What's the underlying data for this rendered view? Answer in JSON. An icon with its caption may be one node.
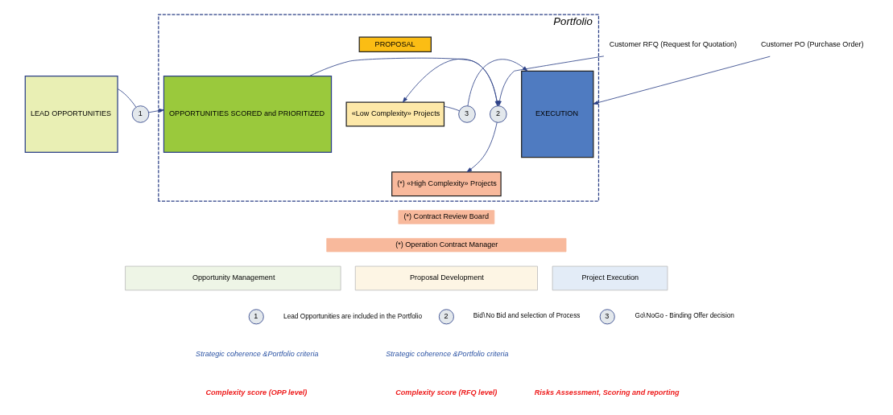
{
  "diagram": {
    "nodes": [
      {
        "text": [
          "Portfolio"
        ]
      },
      {
        "text": [
          "LEAD OPPORTUNITIES"
        ]
      },
      {
        "text": [
          "1"
        ]
      },
      {
        "text": [
          "OPPORTUNITIES SCORED and PRIORITIZED"
        ],
        "in": 0
      },
      {
        "text": [
          "2"
        ],
        "in": 0
      },
      {
        "text": [
          "PROPOSAL"
        ],
        "in": 0
      },
      {
        "text": [
          "«Low Complexity» Projects"
        ],
        "in": 0
      },
      {
        "text": [
          "(*) «High Complexity» Projects"
        ],
        "in": 0
      },
      {
        "text": [
          "3"
        ],
        "in": 0
      },
      {
        "text": [
          "EXECUTION"
        ],
        "in": 0
      },
      {
        "text": [
          "Customer RFQ (Request for Quotation)"
        ]
      },
      {
        "text": [
          "Customer PO (Purchase Order)"
        ]
      },
      {
        "text": [
          "(*) Contract Review Board"
        ]
      },
      {
        "text": [
          "(*) Operation Contract Manager"
        ]
      },
      {
        "text": [
          "Opportunity Management"
        ]
      },
      {
        "text": [
          "Proposal Development"
        ]
      },
      {
        "text": [
          "Project Execution"
        ]
      },
      {
        "text": [
          "1"
        ],
        "beside": [
          "Lead Opportunities are included in the Portfolio"
        ]
      },
      {
        "text": [
          "2"
        ],
        "beside": [
          "Bid\\No Bid and selection of Process"
        ]
      },
      {
        "text": [
          "3"
        ],
        "beside": [
          "Go\\NoGo - Binding Offer decision"
        ]
      }
    ],
    "edges": [
      {
        "from": 1,
        "to": 2,
        "arrow": "none"
      },
      {
        "from": 2,
        "to": 3,
        "arrow": "to"
      },
      {
        "from": 3,
        "to": 4,
        "arrow": "to"
      },
      {
        "from": 4,
        "to": 6,
        "arrow": "to"
      },
      {
        "from": 4,
        "to": 7,
        "arrow": "to"
      },
      {
        "from": 6,
        "to": 8,
        "arrow": "none"
      },
      {
        "from": 8,
        "to": 9,
        "arrow": "to"
      },
      {
        "from": 10,
        "to": 4,
        "arrow": "to"
      },
      {
        "from": 11,
        "to": 9,
        "arrow": "to"
      }
    ],
    "labels": [
      "Strategic coherence &Portfolio criteria",
      "Strategic coherence &Portfolio criteria",
      "Complexity score (OPP level)",
      "Complexity score (RFQ level)",
      "Risks Assessment, Scoring and reporting"
    ]
  }
}
